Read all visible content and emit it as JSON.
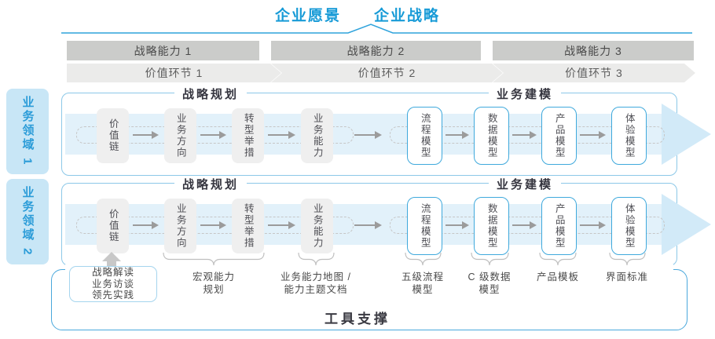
{
  "header": {
    "vision": "企业愿景",
    "strategy": "企业战略"
  },
  "strategy_capabilities": [
    "战略能力 1",
    "战略能力 2",
    "战略能力 3"
  ],
  "value_links": [
    "价值环节 1",
    "价值环节 2",
    "价值环节 3"
  ],
  "domains": [
    "业务领域 1",
    "业务领域 2"
  ],
  "row_template": {
    "planning_title": "战略规划",
    "modeling_title": "业务建模",
    "planning_boxes": [
      "价值链",
      "业务方向",
      "转型举措",
      "业务能力"
    ],
    "modeling_boxes": [
      "流程模型",
      "数据模型",
      "产品模型",
      "体验模型"
    ]
  },
  "bottom": {
    "practice_box_lines": [
      "战略解读",
      "业务访谈",
      "领先实践"
    ],
    "annotations": [
      {
        "line1": "宏观能力",
        "line2": "规划"
      },
      {
        "line1": "业务能力地图 /",
        "line2": "能力主题文档"
      },
      {
        "line1": "五级流程",
        "line2": "模型"
      },
      {
        "line1": "C 级数据",
        "line2": "模型"
      },
      {
        "line1": "产品模板",
        "line2": ""
      },
      {
        "line1": "界面标准",
        "line2": ""
      }
    ],
    "toolbar_label": "工具支撑"
  },
  "colors": {
    "accent_blue": "#189BD7",
    "light_blue_fill": "#C8E6F6",
    "row_border": "#8CC8E8",
    "toolbar_border": "#4AA8DC",
    "band_dark_gray": "#CBCCCA",
    "band_light_gray": "#EBEBEA",
    "box_gray": "#EFEFEF",
    "box_blue_border": "#3FA9DC",
    "flow_arrow_gray": "#9B9B9B",
    "big_arrow_fill": "#D2EAF8"
  }
}
